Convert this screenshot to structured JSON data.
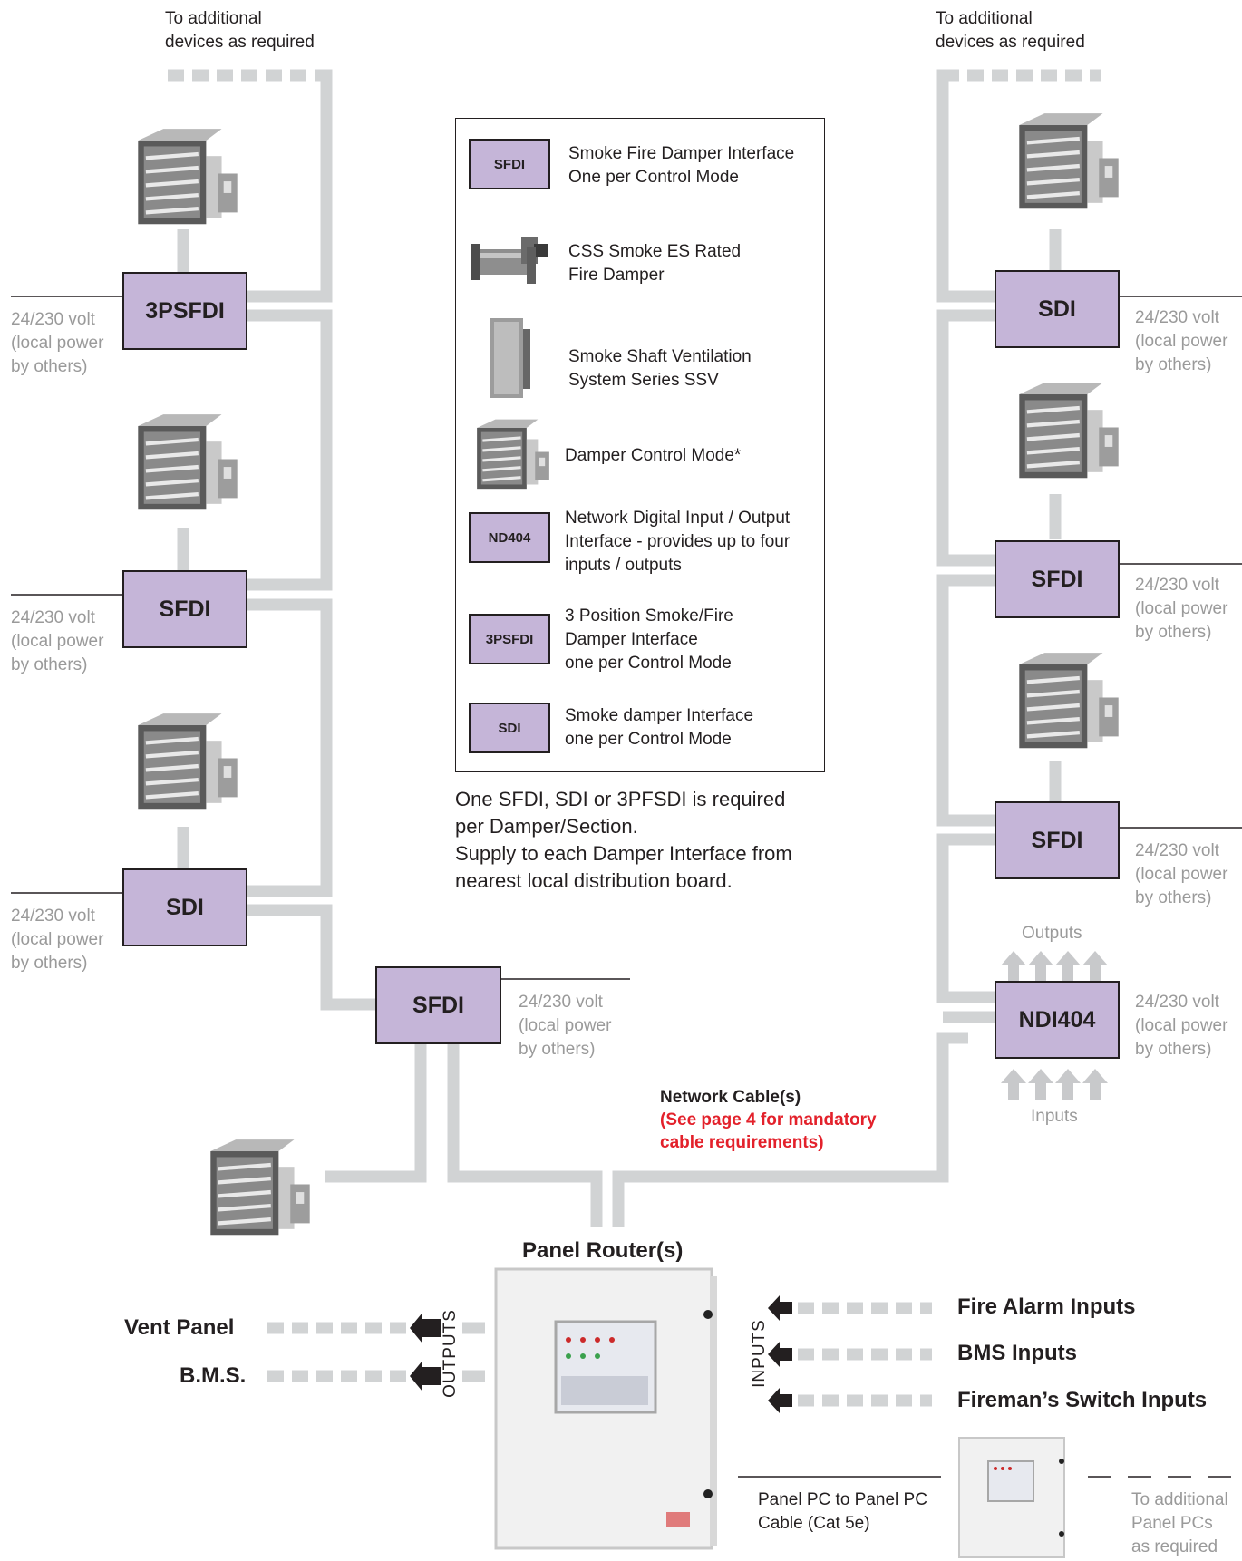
{
  "top_left_note": [
    "To additional",
    "devices as required"
  ],
  "top_right_note": [
    "To additional",
    "devices as required"
  ],
  "power_note": [
    "24/230 volt",
    "(local power",
    "by others)"
  ],
  "modules": {
    "left_1": "3PSFDI",
    "left_2": "SFDI",
    "left_3": "SDI",
    "center": "SFDI",
    "right_1": "SDI",
    "right_2": "SFDI",
    "right_3": "SFDI",
    "right_4": "NDI404"
  },
  "io": {
    "outputs": "Outputs",
    "inputs": "Inputs"
  },
  "legend": {
    "items": [
      {
        "tag": "SFDI",
        "lines": [
          "Smoke Fire Damper Interface",
          "One per Control Mode"
        ]
      },
      {
        "icon": "fire-damper-icon",
        "lines": [
          "CSS Smoke ES Rated",
          "Fire Damper"
        ]
      },
      {
        "icon": "smoke-shaft-vent-icon",
        "lines": [
          "Smoke Shaft Ventilation",
          "System Series SSV"
        ]
      },
      {
        "icon": "damper-control-icon",
        "lines": [
          "Damper Control Mode*"
        ]
      },
      {
        "tag": "ND404",
        "lines": [
          "Network Digital Input / Output",
          "Interface - provides up to four",
          "inputs / outputs"
        ]
      },
      {
        "tag": "3PSFDI",
        "lines": [
          "3 Position Smoke/Fire",
          "Damper Interface",
          "one per Control Mode"
        ]
      },
      {
        "tag": "SDI",
        "lines": [
          "Smoke damper Interface",
          "one per Control Mode"
        ]
      }
    ]
  },
  "notes": [
    "One SFDI, SDI or 3PFSDI is required",
    "per Damper/Section.",
    "Supply to each Damper Interface from",
    "nearest local distribution board."
  ],
  "network_cable": {
    "title": "Network Cable(s)",
    "warning": [
      "(See page 4 for mandatory",
      "cable requirements)"
    ]
  },
  "panel": {
    "title": "Panel Router(s)",
    "outputs_label": "OUTPUTS",
    "inputs_label": "INPUTS",
    "outputs": [
      "Vent Panel",
      "B.M.S."
    ],
    "inputs": [
      "Fire Alarm Inputs",
      "BMS Inputs",
      "Fireman’s Switch Inputs"
    ]
  },
  "pc_cable": [
    "Panel PC to Panel PC",
    "Cable (Cat 5e)"
  ],
  "additional_pcs": [
    "To additional",
    "Panel PCs",
    "as required"
  ],
  "colors": {
    "module_fill": "#c5b5d8",
    "wire": "#d1d3d4",
    "warning": "#e3212b",
    "muted_text": "#9a9a9a"
  }
}
